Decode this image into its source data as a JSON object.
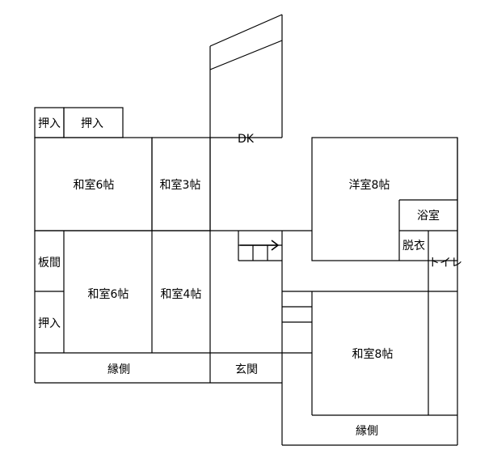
{
  "rooms": {
    "oshiire_top_left": "押入",
    "oshiire_top_right": "押入",
    "washitsu_6_top": "和室6帖",
    "washitsu_3": "和室3帖",
    "dk": "DK",
    "youshitsu_8": "洋室8帖",
    "yokushitsu": "浴室",
    "itama": "板間",
    "datsui": "脱衣",
    "toilet": "トイレ",
    "washitsu_6_bottom": "和室6帖",
    "washitsu_4": "和室4帖",
    "oshiire_left": "押入",
    "washitsu_8": "和室8帖",
    "engawa_left": "縁側",
    "genkan": "玄関",
    "engawa_right": "縁側"
  },
  "icons": {
    "stairs": "stairs-icon",
    "arrow": "arrow-right-icon"
  }
}
